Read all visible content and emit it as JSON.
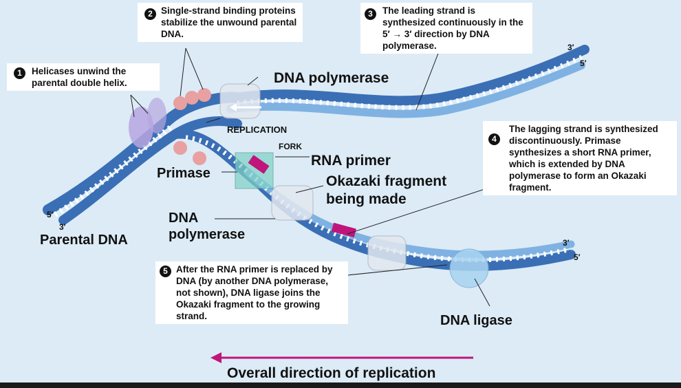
{
  "steps": [
    {
      "number": "1",
      "text": "Helicases unwind the parental double helix."
    },
    {
      "number": "2",
      "text": "Single-strand binding proteins stabilize the unwound parental DNA."
    },
    {
      "number": "3",
      "text": "The leading strand is synthesized continuously in the 5′ → 3′ direction by DNA polymerase."
    },
    {
      "number": "4",
      "text": "The lagging strand is synthesized discontinuously. Primase synthesizes a short RNA primer, which is extended by DNA polymerase to form an Okazaki fragment."
    },
    {
      "number": "5",
      "text": "After the RNA primer is replaced by DNA (by another DNA polymerase, not shown), DNA ligase joins the Okazaki fragment to the growing strand."
    }
  ],
  "labels": {
    "dna_polymerase_top": "DNA polymerase",
    "replication": "REPLICATION",
    "fork": "FORK",
    "rna_primer": "RNA primer",
    "primase": "Primase",
    "okazaki_line1": "Okazaki fragment",
    "okazaki_line2": "being made",
    "dna_polymerase_line1": "DNA",
    "dna_polymerase_line2": "polymerase",
    "parental_dna": "Parental DNA",
    "dna_ligase": "DNA ligase",
    "overall_direction": "Overall direction of replication",
    "end_5_left": "5′",
    "end_3_left": "3′",
    "end_3_top": "3′",
    "end_5_top": "5′",
    "end_3_bottom": "3′",
    "end_5_bottom": "5′"
  },
  "colors": {
    "background": "#dcebf6",
    "strand_dark": "#3a6fb5",
    "strand_light": "#7fb2e2",
    "rungs": "#ffffff",
    "primer": "#c0157a",
    "arrow": "#c0157a",
    "helicase": "#b7a6e0",
    "ssb": "#e8a0a0",
    "polymerase": "#e3e8f0",
    "primase": "#7fd0c6",
    "ligase": "#a9d4f2"
  }
}
